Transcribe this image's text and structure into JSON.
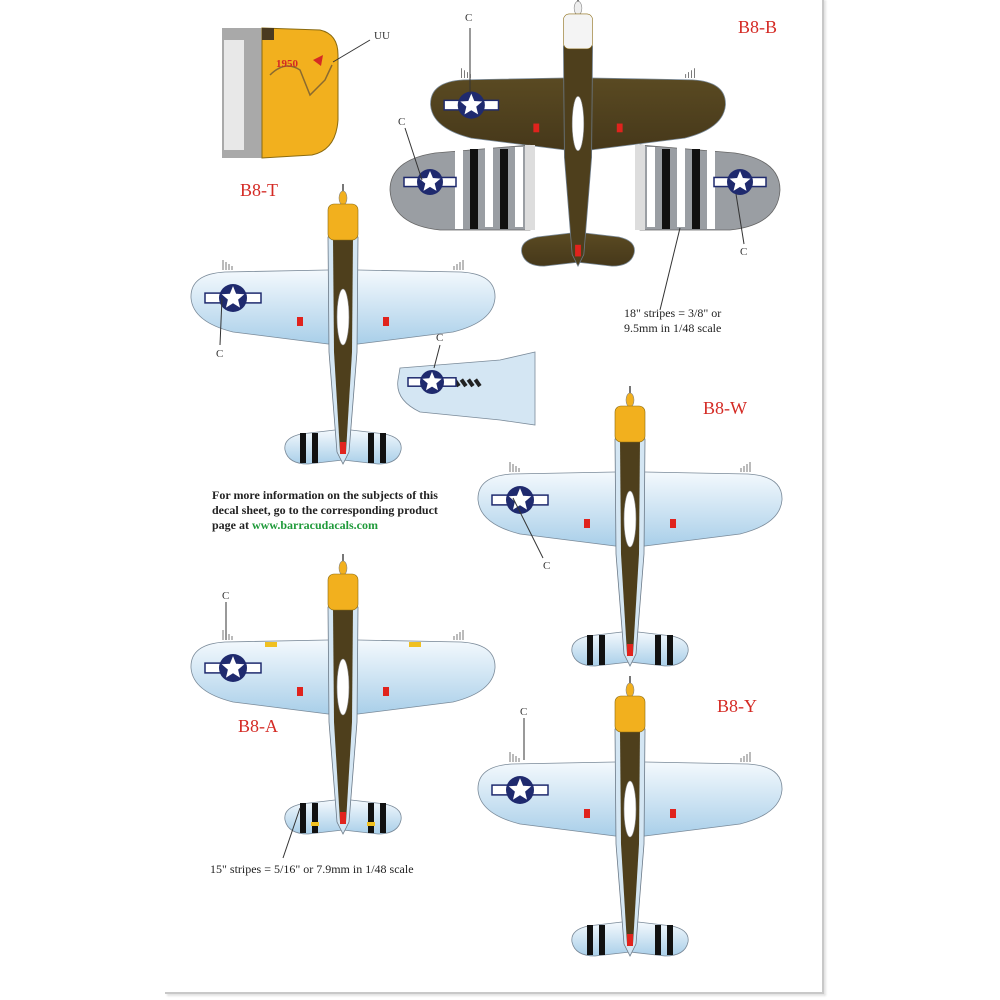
{
  "aircraft_codes": {
    "b": "B8-B",
    "t": "B8-T",
    "w": "B8-W",
    "a": "B8-A",
    "y": "B8-Y"
  },
  "decal_labels": {
    "c": "C",
    "uu": "UU"
  },
  "notes": {
    "stripes_18": [
      "18\" stripes = 3/8\" or",
      "9.5mm in 1/48 scale"
    ],
    "stripes_15": "15\" stripes = 5/16\" or 7.9mm in 1/48 scale",
    "info_lines": [
      "For more information on the subjects of this",
      "decal sheet, go to the corresponding product"
    ],
    "info_prefix": "page at ",
    "info_link": "www.barracudacals.com"
  },
  "nose_art_text": "1950",
  "colors": {
    "label_red": "#d42a24",
    "olive_drab": "#4e3f1c",
    "natural_metal": "#d4e6f3",
    "cowl_yellow": "#f2b01e",
    "insignia_blue": "#1f2a6e",
    "neutral_gray": "#9a9ea3",
    "link_green": "#1f9a3a"
  }
}
